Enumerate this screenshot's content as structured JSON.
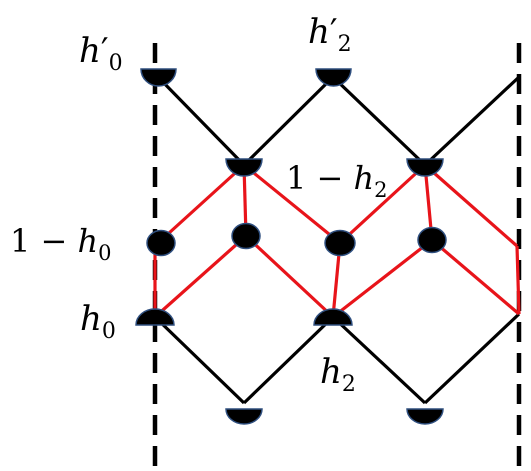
{
  "diagram": {
    "labels": {
      "h_prime_0": {
        "base": "h",
        "prime": "′",
        "sub": "0"
      },
      "h_prime_2": {
        "base": "h",
        "prime": "′",
        "sub": "2"
      },
      "one_minus_h2": {
        "one": "1",
        "minus": " − ",
        "base": "h",
        "sub": "2"
      },
      "one_minus_h0": {
        "one": "1",
        "minus": " − ",
        "base": "h",
        "sub": "0"
      },
      "h_0": {
        "base": "h",
        "sub": "0"
      },
      "h_2": {
        "base": "h",
        "sub": "2"
      }
    },
    "colors": {
      "black_edges": "#000000",
      "red_edges": "#e8141a",
      "node_fill": "#000000",
      "node_outline": "#2f4f7f",
      "boundary": "#000000"
    }
  }
}
